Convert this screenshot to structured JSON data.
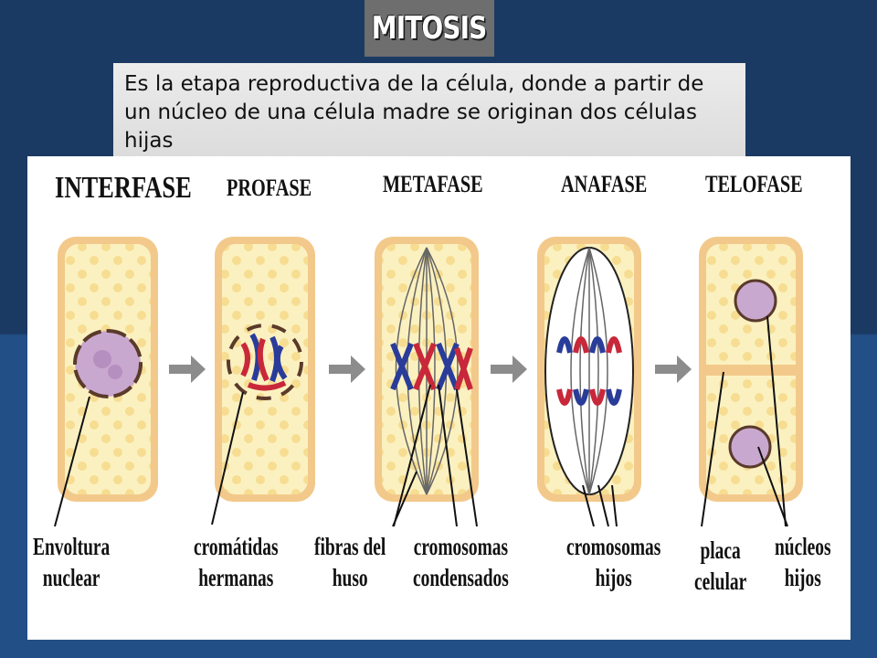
{
  "title": "MITOSIS",
  "definition": "Es la etapa reproductiva de la célula, donde a partir de un núcleo de una célula madre se originan dos células hijas",
  "phases": [
    "INTERFASE",
    "PROFASE",
    "METAFASE",
    "ANAFASE",
    "TELOFASE"
  ],
  "labels": {
    "envoltura_1": "Envoltura",
    "envoltura_2": "nuclear",
    "cromatidas_1": "cromátidas",
    "cromatidas_2": "hermanas",
    "fibras_1": "fibras del",
    "fibras_2": "huso",
    "condensados_1": "cromosomas",
    "condensados_2": "condensados",
    "hijos_1": "cromosomas",
    "hijos_2": "hijos",
    "placa_1": "placa",
    "placa_2": "celular",
    "nucleos_1": "núcleos",
    "nucleos_2": "hijos"
  },
  "colors": {
    "cell_wall": "#f2c98a",
    "cytoplasm": "#fbf1c0",
    "nucleus": "#c9a8d0",
    "chromosome_red": "#c8283a",
    "chromosome_blue": "#2a3c9a",
    "arrow": "#8c8c8c"
  }
}
